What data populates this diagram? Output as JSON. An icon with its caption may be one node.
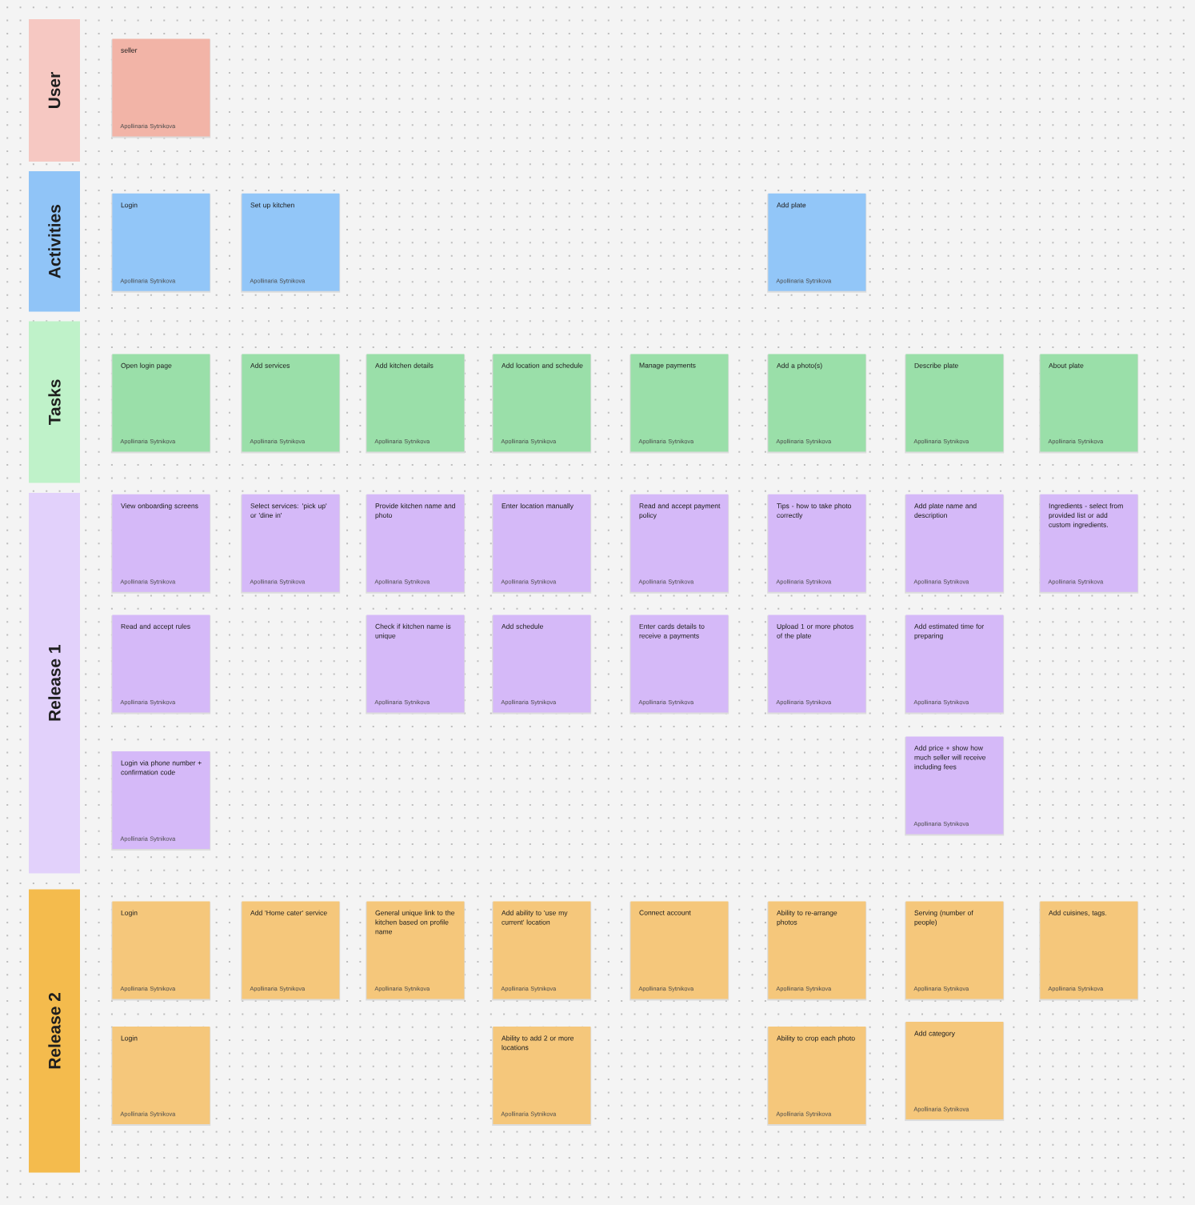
{
  "diagram": {
    "nodes": [
      {
        "text": [
          "User"
        ]
      },
      {
        "text": [
          "seller",
          "Apollinaria Sytnikova"
        ]
      },
      {
        "text": [
          "Activities"
        ]
      },
      {
        "text": [
          "Login",
          "Apollinaria Sytnikova"
        ]
      },
      {
        "text": [
          "Set up kitchen",
          "Apollinaria Sytnikova"
        ]
      },
      {
        "text": [
          "Add plate",
          "Apollinaria Sytnikova"
        ]
      },
      {
        "text": [
          "Tasks"
        ]
      },
      {
        "text": [
          "Open login page",
          "Apollinaria Sytnikova"
        ]
      },
      {
        "text": [
          "Add services",
          "Apollinaria Sytnikova"
        ]
      },
      {
        "text": [
          "Add kitchen details",
          "Apollinaria Sytnikova"
        ]
      },
      {
        "text": [
          "Add location and schedule",
          "Apollinaria Sytnikova"
        ]
      },
      {
        "text": [
          "Manage payments",
          "Apollinaria Sytnikova"
        ]
      },
      {
        "text": [
          "Add a photo(s)",
          "Apollinaria Sytnikova"
        ]
      },
      {
        "text": [
          "Describe plate",
          "Apollinaria Sytnikova"
        ]
      },
      {
        "text": [
          "About plate",
          "Apollinaria Sytnikova"
        ]
      },
      {
        "text": [
          "Release 1"
        ]
      },
      {
        "text": [
          "View onboarding screens",
          "Apollinaria Sytnikova"
        ]
      },
      {
        "text": [
          "Select services: 'pick up' or 'dine in'",
          "Apollinaria Sytnikova"
        ]
      },
      {
        "text": [
          "Provide kitchen name and photo",
          "Apollinaria Sytnikova"
        ]
      },
      {
        "text": [
          "Enter location manually",
          "Apollinaria Sytnikova"
        ]
      },
      {
        "text": [
          "Read and accept payment policy",
          "Apollinaria Sytnikova"
        ]
      },
      {
        "text": [
          "Tips - how to take photo correctly",
          "Apollinaria Sytnikova"
        ]
      },
      {
        "text": [
          "Add plate name and description",
          "Apollinaria Sytnikova"
        ]
      },
      {
        "text": [
          "Ingredients - select from provided list or add custom ingredients.",
          "Apollinaria Sytnikova"
        ]
      },
      {
        "text": [
          "Read and accept rules",
          "Apollinaria Sytnikova"
        ]
      },
      {
        "text": [
          "Check if kitchen name is unique",
          "Apollinaria Sytnikova"
        ]
      },
      {
        "text": [
          "Add schedule",
          "Apollinaria Sytnikova"
        ]
      },
      {
        "text": [
          "Enter cards details to receive a payments",
          "Apollinaria Sytnikova"
        ]
      },
      {
        "text": [
          "Upload 1 or more photos of the plate",
          "Apollinaria Sytnikova"
        ]
      },
      {
        "text": [
          "Add estimated time for preparing",
          "Apollinaria Sytnikova"
        ]
      },
      {
        "text": [
          "Login via phone number + confirmation code",
          "Apollinaria Sytnikova"
        ]
      },
      {
        "text": [
          "Add price + show how much seller will receive including fees",
          "Apollinaria Sytnikova"
        ]
      },
      {
        "text": [
          "Release 2"
        ]
      },
      {
        "text": [
          "Login",
          "Apollinaria Sytnikova"
        ]
      },
      {
        "text": [
          "Add 'Home cater' service",
          "Apollinaria Sytnikova"
        ]
      },
      {
        "text": [
          "General unique link to the kitchen based on profile name",
          "Apollinaria Sytnikova"
        ]
      },
      {
        "text": [
          "Add ability to 'use my current' location",
          "Apollinaria Sytnikova"
        ]
      },
      {
        "text": [
          "Connect account",
          "Apollinaria Sytnikova"
        ]
      },
      {
        "text": [
          "Ability to re-arrange photos",
          "Apollinaria Sytnikova"
        ]
      },
      {
        "text": [
          "Serving (number of people)",
          "Apollinaria Sytnikova"
        ]
      },
      {
        "text": [
          "Add cuisines, tags.",
          "Apollinaria Sytnikova"
        ]
      },
      {
        "text": [
          "Login",
          "Apollinaria Sytnikova"
        ]
      },
      {
        "text": [
          "Ability to add 2 or more locations",
          "Apollinaria Sytnikova"
        ]
      },
      {
        "text": [
          "Ability to crop each photo",
          "Apollinaria Sytnikova"
        ]
      },
      {
        "text": [
          "Add category",
          "Apollinaria Sytnikova"
        ]
      }
    ]
  }
}
